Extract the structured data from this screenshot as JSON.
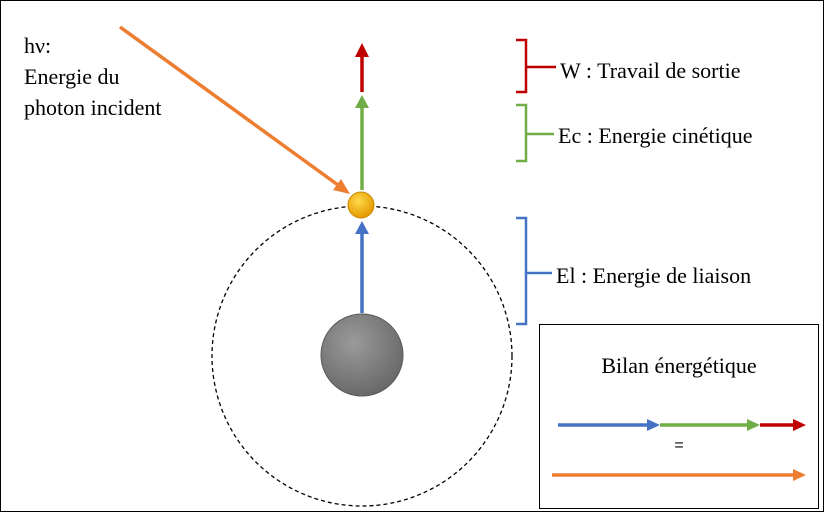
{
  "labels": {
    "photon_line1": "hν:",
    "photon_line2": "Energie du",
    "photon_line3": "photon incident",
    "work": "W : Travail de sortie",
    "kinetic": "Ec : Energie cinétique",
    "binding": "El : Energie de liaison"
  },
  "bilan": {
    "title": "Bilan énergétique",
    "equals": "="
  },
  "colors": {
    "binding": "#4472c4",
    "kinetic": "#70ad47",
    "work": "#c00000",
    "photon": "#ed7d31",
    "nucleus": "#7f7f7f",
    "electron": "#ffc000"
  }
}
